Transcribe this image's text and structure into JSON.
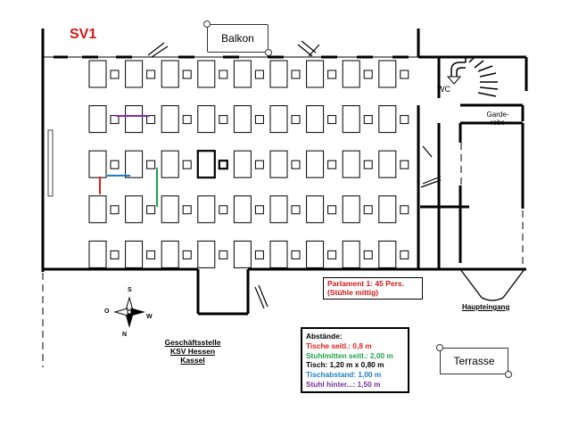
{
  "title": "SV1",
  "labels": {
    "balkon": "Balkon",
    "wc": "WC",
    "garderobe_line1": "Garde-",
    "garderobe_line2": "robe",
    "haupteingang": "Haupteingang",
    "terrasse": "Terrasse",
    "geschaeftsstelle": [
      "Geschäftsstelle",
      "KSV Hessen",
      "Kassel"
    ]
  },
  "parlament": {
    "line1": "Parlament 1: 45 Pers.",
    "line2": "(Stühle mittig)"
  },
  "abstaende": {
    "title": "Abstände:",
    "items": [
      {
        "text": "Tische seitl.: 0,8 m",
        "color": "#e02020"
      },
      {
        "text": "Stuhlmitten seitl.: 2,00 m",
        "color": "#1fa34a"
      },
      {
        "text": "Tisch: 1,20 m x 0,80 m",
        "color": "#000000"
      },
      {
        "text": "Tischabstand: 1,00 m",
        "color": "#1a7fc4"
      },
      {
        "text": "Stuhl hinter...: 1,50 m",
        "color": "#7a2fa0"
      }
    ]
  },
  "compass": {
    "n": "N",
    "s": "S",
    "o": "O",
    "w": "W"
  },
  "seating": {
    "rows": 5,
    "columns": 9,
    "persons": 45,
    "highlighted_seat": {
      "row": 3,
      "column": 4
    }
  },
  "colors": {
    "title": "#d01818",
    "parlament": "#d01818",
    "measure_red": "#e02020",
    "measure_green": "#1fa34a",
    "measure_blue": "#1a7fc4",
    "measure_purple": "#7a2fa0"
  }
}
